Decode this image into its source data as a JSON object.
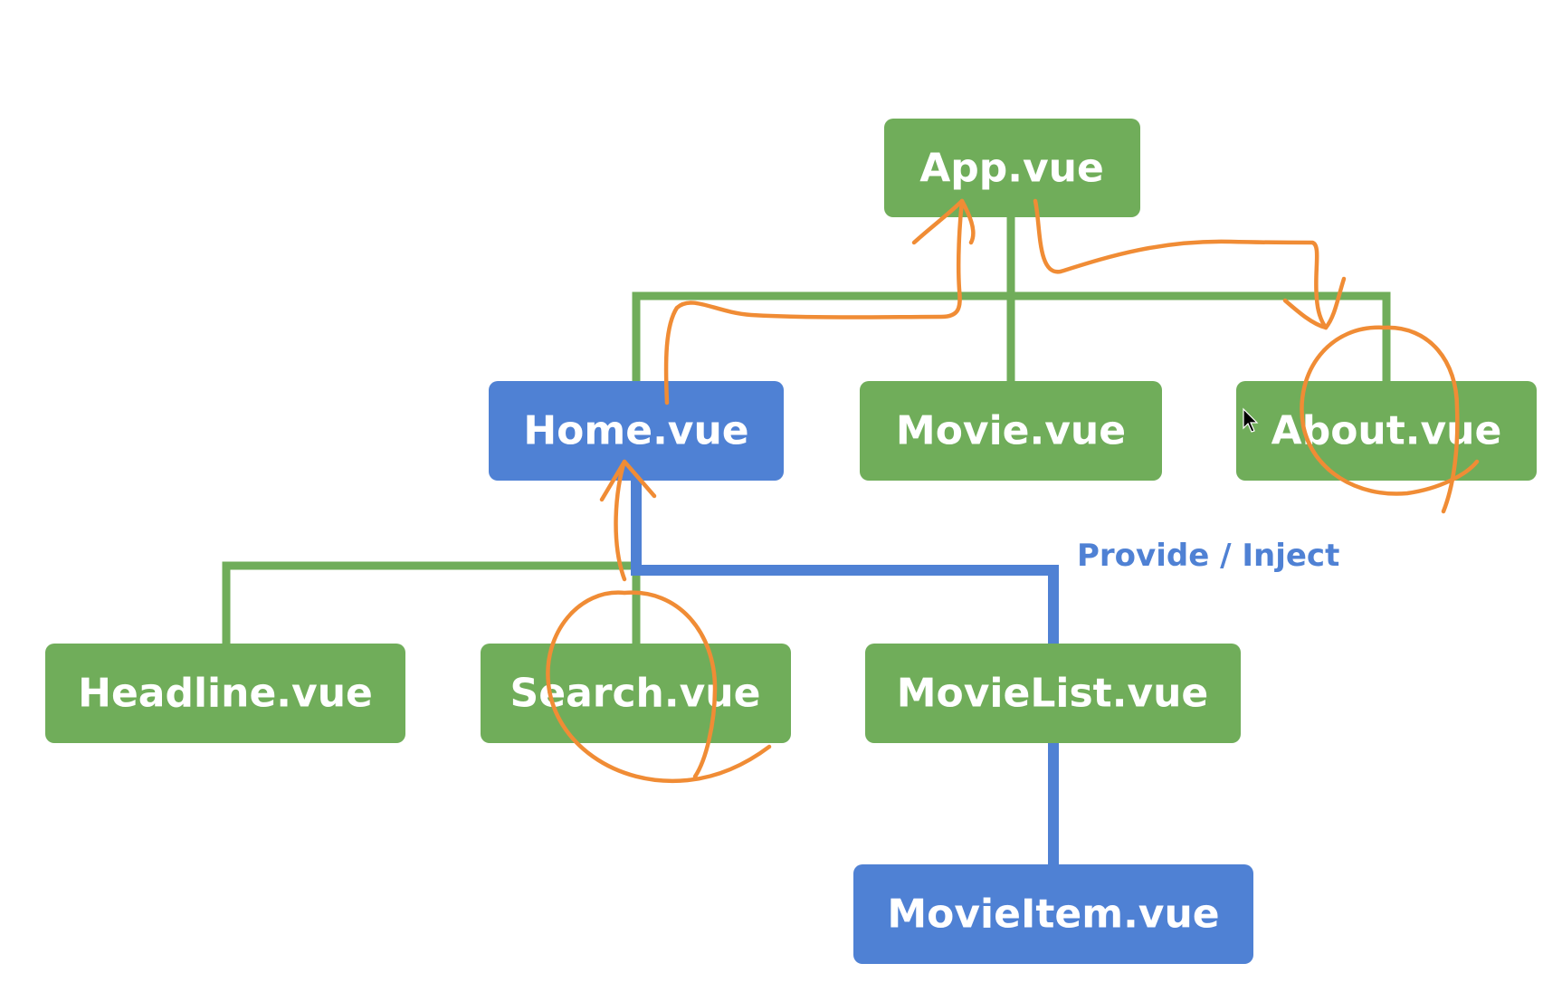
{
  "colors": {
    "green": "#70AD5A",
    "blue": "#4F81D4",
    "annotation": "#F08C35",
    "label_text": "#ffffff",
    "provide_inject_text": "#4F81D4"
  },
  "nodes": {
    "app": {
      "label": "App.vue",
      "color": "green"
    },
    "home": {
      "label": "Home.vue",
      "color": "blue"
    },
    "movie": {
      "label": "Movie.vue",
      "color": "green"
    },
    "about": {
      "label": "About.vue",
      "color": "green"
    },
    "headline": {
      "label": "Headline.vue",
      "color": "green"
    },
    "search": {
      "label": "Search.vue",
      "color": "green"
    },
    "movielist": {
      "label": "MovieList.vue",
      "color": "green"
    },
    "movieitem": {
      "label": "MovieItem.vue",
      "color": "blue"
    }
  },
  "provide_inject": {
    "label": "Provide / Inject"
  }
}
